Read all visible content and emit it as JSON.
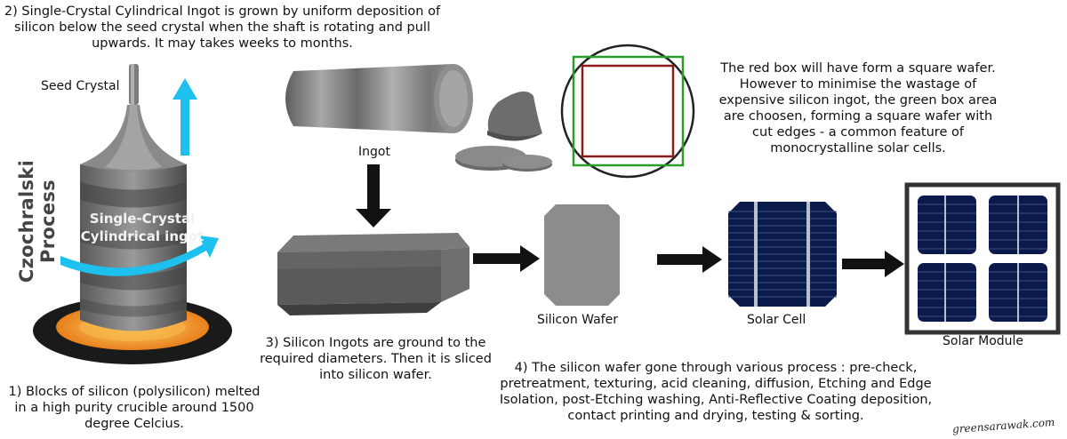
{
  "title": "Czochralski Process",
  "labels": {
    "seed_crystal": "Seed Crystal",
    "single_crystal_ingot": "Single-Crystal Cylindrical ingot",
    "ingot": "Ingot",
    "silicon_wafer": "Silicon Wafer",
    "solar_cell": "Solar Cell",
    "solar_module": "Solar Module"
  },
  "steps": {
    "step1": "1) Blocks of silicon (polysilicon) melted in a high purity crucible around 1500 degree Celcius.",
    "step2": "2) Single-Crystal Cylindrical Ingot is grown by uniform deposition of silicon below the seed crystal when the shaft is rotating and pull upwards. It may takes weeks to months.",
    "step3": "3) Silicon Ingots are ground to the required diameters. Then it is sliced into silicon wafer.",
    "step4": "4) The silicon wafer gone through various process : pre-check, pretreatment, texturing, acid cleaning, diffusion, Etching and Edge Isolation, post-Etching washing, Anti-Reflective Coating deposition, contact printing and drying, testing & sorting."
  },
  "wafer_note": "The red box will have form a square wafer. However to minimise the wastage of expensive silicon ingot, the green box area are choosen, forming a square wafer with cut edges - a common feature of monocrystalline solar cells.",
  "brand": "greensarawak.com",
  "colors": {
    "arrow_blue": "#1ec0ee",
    "crucible_orange": "#f39c2b",
    "square_red": "#8b1a1a",
    "square_green": "#2a9d2a",
    "cell_blue": "#0a1a4a",
    "wafer_grey": "#8c8c8c"
  },
  "icons": [
    "up-arrow-icon",
    "rotation-arrow-icon",
    "process-arrow-icon"
  ]
}
